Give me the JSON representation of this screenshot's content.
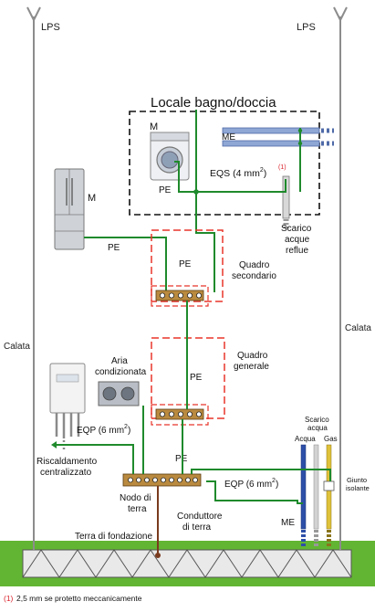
{
  "labels": {
    "lps_left": "LPS",
    "lps_right": "LPS",
    "bathroom_title": "Locale bagno/doccia",
    "m_washer": "M",
    "me_bath": "ME",
    "eqs": "EQS (4 mm",
    "eqs_sup": "2",
    "eqs_close": ")",
    "eqs_note_ref": "(1)",
    "pe_bath": "PE",
    "m_fridge": "M",
    "pe_fridge": "PE",
    "pe_sub": "PE",
    "scarico_line1": "Scarico",
    "scarico_line2": "acque",
    "scarico_line3": "reflue",
    "quadro_sec_line1": "Quadro",
    "quadro_sec_line2": "secondario",
    "calata_left": "Calata",
    "calata_right": "Calata",
    "aria_line1": "Aria",
    "aria_line2": "condizionata",
    "quadro_gen_line1": "Quadro",
    "quadro_gen_line2": "generale",
    "pe_gen": "PE",
    "eqp_left": "EQP (6 mm",
    "eqp_left_sup": "2",
    "eqp_left_close": ")",
    "risc_line1": "Riscaldamento",
    "risc_line2": "centralizzato",
    "pe_main": "PE",
    "scarico_acqua_line1": "Scarico",
    "scarico_acqua_line2": "acqua",
    "acqua": "Acqua",
    "gas": "Gas",
    "giunto_line1": "Giunto",
    "giunto_line2": "isolante",
    "eqp_right": "EQP (6 mm",
    "eqp_right_sup": "2",
    "eqp_right_close": ")",
    "nodo_line1": "Nodo di",
    "nodo_line2": "terra",
    "conduttore_line1": "Conduttore",
    "conduttore_line2": "di terra",
    "me_main": "ME",
    "terra_fondazione": "Terra di fondazione",
    "footnote_ref": "(1)",
    "footnote_text": "2,5 mm   se protetto meccanicamente"
  },
  "colors": {
    "conductor": "#1f8a2c",
    "dashed_red": "#e8352a",
    "ground": "#62b532",
    "busbar": "#b98a3f",
    "earth_wire": "#7a3a1e",
    "blue_pipe": "#2d4fa8",
    "note_red": "#d9232d"
  }
}
